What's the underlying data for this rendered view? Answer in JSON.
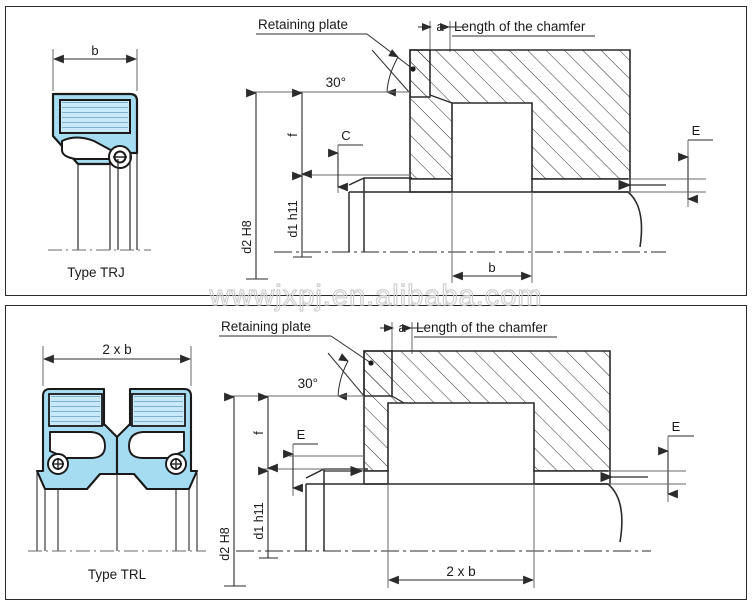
{
  "document": {
    "type": "technical-drawing",
    "title": "Radial shaft seal installation drawing",
    "watermark": "wwwjxpj.en.alibaba.com"
  },
  "panels": [
    {
      "id": "trj",
      "seal_caption": "Type TRJ",
      "seal_width_label": "b",
      "annotations": {
        "retaining_plate": "Retaining plate",
        "chamfer_len": "Length of the chamfer",
        "chamfer_a": "a",
        "angle": "30°",
        "dim_f": "f",
        "dim_c": "C",
        "dim_d1": "d1 h11",
        "dim_d2": "d2 H8",
        "dim_e": "E",
        "dim_b": "b"
      }
    },
    {
      "id": "trl",
      "seal_caption": "Type TRL",
      "seal_width_label": "2 x b",
      "annotations": {
        "retaining_plate": "Retaining plate",
        "chamfer_len": "Length of the chamfer",
        "chamfer_a": "a",
        "angle": "30°",
        "dim_f": "f",
        "dim_e_inner": "E",
        "dim_d1": "d1 h11",
        "dim_d2": "d2 H8",
        "dim_e": "E",
        "dim_b": "2 x b"
      }
    }
  ],
  "colors": {
    "seal_fill": "#a6dcf2",
    "seal_fill_light": "#c9e9f8",
    "seal_outline": "#1a1a1a",
    "line": "#2b2b2b",
    "thin_line": "#6a6a6a",
    "watermark": "#cfcfcf"
  }
}
